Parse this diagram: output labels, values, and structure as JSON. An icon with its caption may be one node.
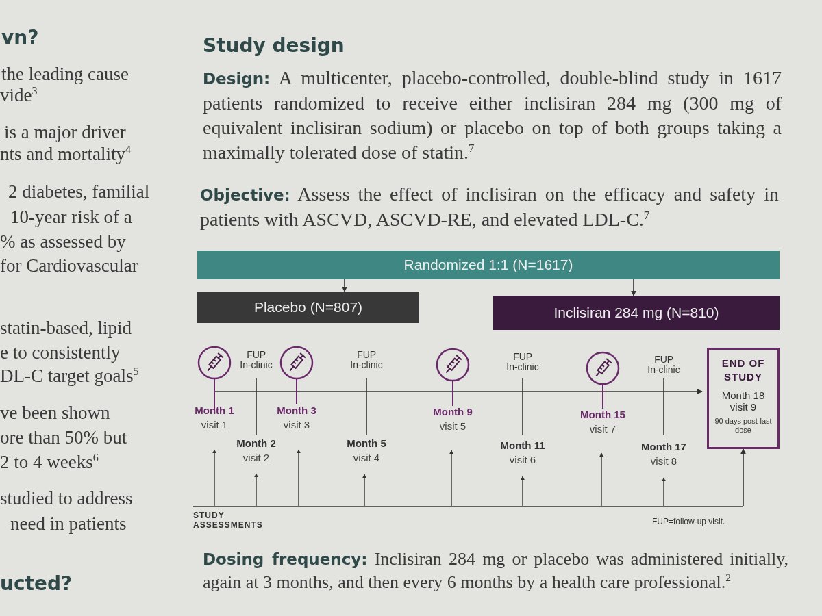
{
  "diagram": {
    "nodes": [
      {
        "text": [
          "Randomized 1:1 (N=1617)"
        ]
      },
      {
        "text": [
          "Placebo (N=807)"
        ]
      },
      {
        "text": [
          "Inclisiran 284 mg (N=810)"
        ]
      },
      {
        "text": [
          "END OF STUDY",
          "Month 18 visit 9",
          "90 days post-last dose"
        ]
      }
    ],
    "edges": [
      {
        "from": 0,
        "to": 1,
        "arrow": "to"
      },
      {
        "from": 0,
        "to": 2,
        "arrow": "to"
      },
      {
        "from": null,
        "to": 3,
        "arrow": "to"
      }
    ],
    "labels": [
      "vn?",
      "the leading cause",
      "vide$^{3}$",
      "is a major driver",
      "nts and mortality$^{4}$",
      "2 diabetes, familial",
      "10-year risk of a",
      "% as assessed by",
      "for Cardiovascular",
      "statin-based, lipid",
      "e to consistently",
      "DL-C target goals$^{5}$",
      "ve been shown",
      "ore than 50% but",
      "2 to 4 weeks$^{6}$",
      "studied to address",
      "need in patients",
      "ucted?",
      "Study design",
      "**Design:** A multicenter, placebo-controlled, double-blind study in 1617 patients randomized to receive either inclisiran 284 mg (300 mg of equivalent inclisiran sodium) or placebo on top of both groups taking a maximally tolerated dose of statin.$^{7}$",
      "**Objective:** Assess the effect of inclisiran on the efficacy and safety in patients with ASCVD, ASCVD-RE, and elevated LDL-C.$^{7}$",
      "Month 1",
      "visit 1",
      "FUP In-clinic",
      "Month 2",
      "visit 2",
      "Month 3",
      "visit 3",
      "FUP In-clinic",
      "Month 5",
      "visit 4",
      "Month 9",
      "visit 5",
      "FUP In-clinic",
      "Month 11",
      "visit 6",
      "Month 15",
      "visit 7",
      "FUP In-clinic",
      "Month 17",
      "visit 8",
      "STUDY ASSESSMENTS",
      "FUP=follow-up visit.",
      "**Dosing frequency:** Inclisiran 284 mg or placebo was administered initially, again at 3 months, and then every 6 months by a health care professional.$^{2}$"
    ]
  }
}
